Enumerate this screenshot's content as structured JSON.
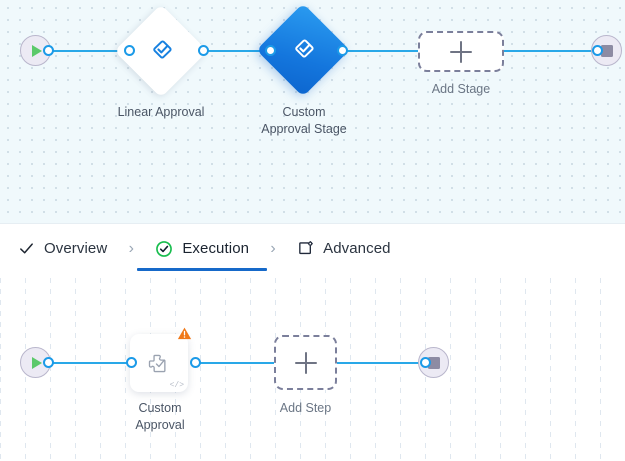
{
  "stage_canvas": {
    "name": "stage-level-workflow-canvas",
    "background_color": "#f0f9fc",
    "grid": "dot",
    "start_node": {
      "icon": "play-icon",
      "title": "Start"
    },
    "end_node": {
      "icon": "stop-icon",
      "title": "End"
    },
    "nodes": [
      {
        "id": "linear-approval",
        "label": "Linear Approval",
        "icon": "approval-stage-icon",
        "shape": "diamond",
        "selected": false
      },
      {
        "id": "custom-approval-stage",
        "label": "Custom\nApproval Stage",
        "icon": "approval-stage-icon",
        "shape": "diamond",
        "selected": true
      }
    ],
    "add_placeholder": {
      "label": "Add Stage",
      "icon": "plus-icon"
    }
  },
  "tabbar": {
    "name": "workflow-section-tabs",
    "active_index": 1,
    "separator": "›",
    "accent_color": "#1669c9",
    "tabs": [
      {
        "id": "overview",
        "label": "Overview",
        "icon": "check-icon",
        "state": "complete"
      },
      {
        "id": "execution",
        "label": "Execution",
        "icon": "check-circle-icon",
        "state": "active"
      },
      {
        "id": "advanced",
        "label": "Advanced",
        "icon": "advanced-settings-icon",
        "state": "default"
      }
    ]
  },
  "step_canvas": {
    "name": "step-level-workflow-canvas",
    "background_color": "#ffffff",
    "grid": "vertical-dashed",
    "start_node": {
      "icon": "play-icon",
      "title": "Start"
    },
    "end_node": {
      "icon": "stop-icon",
      "title": "End"
    },
    "nodes": [
      {
        "id": "custom-approval",
        "label": "Custom\nApproval",
        "icon": "puzzle-check-icon",
        "shape": "card",
        "warning": true,
        "warning_icon": "warning-triangle-icon",
        "code_badge": "</>"
      }
    ],
    "add_placeholder": {
      "label": "Add Step",
      "icon": "plus-icon"
    }
  },
  "colors": {
    "edge": "#29a8e8",
    "port_stroke": "#1b9ae8",
    "selected_node": "#1476dd",
    "warning": "#f07818",
    "start_accent": "#5bc96a",
    "stop_accent": "#8d8ba3",
    "tab_accent": "#1669c9",
    "tab_check_circle": "#17bd4d"
  }
}
